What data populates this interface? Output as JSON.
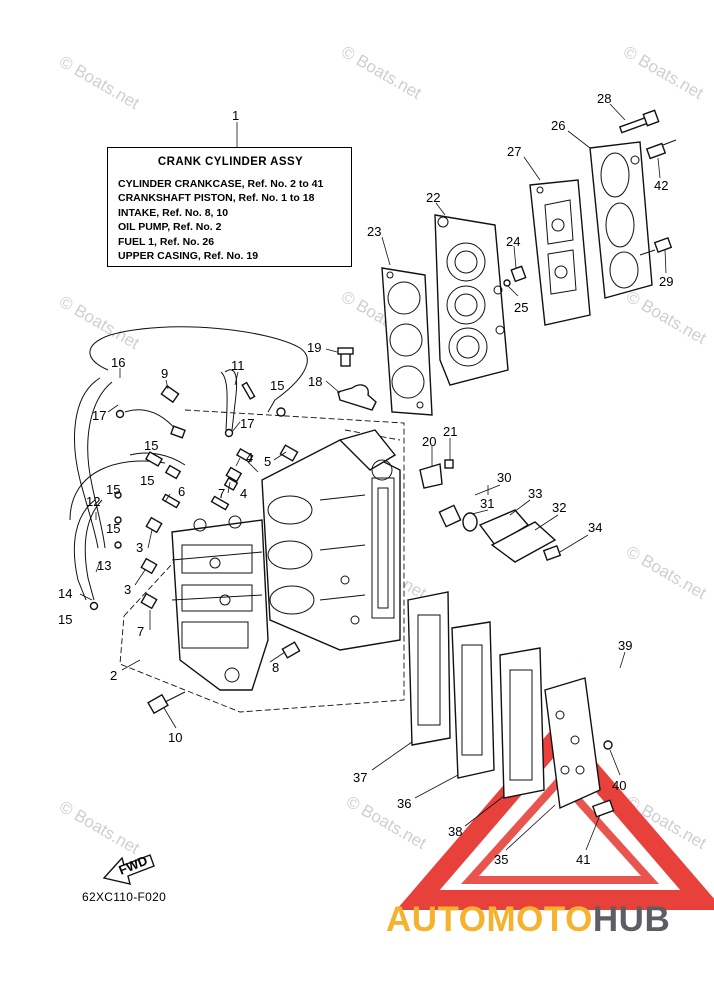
{
  "legend": {
    "title": "CRANK CYLINDER ASSY",
    "lines": [
      "CYLINDER CRANKCASE, Ref. No. 2 to 41",
      "CRANKSHAFT PISTON,   Ref. No. 1 to 18",
      "INTAKE,   Ref. No. 8, 10",
      "OIL PUMP, Ref. No. 2",
      "FUEL 1,     Ref. No. 26",
      "UPPER CASING, Ref. No. 19"
    ]
  },
  "diagram_code": "62XC110-F020",
  "fwd_label": "FWD",
  "watermark": "© Boats.net",
  "brand": {
    "part1": "AUTO",
    "part2": "MOTO",
    "part3": "HUB",
    "color_primary": "#f5b22c",
    "color_secondary": "#5d5e63",
    "logo_color": "#e8413b"
  },
  "refs": {
    "r1": "1",
    "r2": "2",
    "r3a": "3",
    "r3b": "3",
    "r4a": "4",
    "r4b": "4",
    "r5": "5",
    "r6": "6",
    "r7a": "7",
    "r7b": "7",
    "r8": "8",
    "r9": "9",
    "r10": "10",
    "r11": "11",
    "r12": "12",
    "r13": "13",
    "r14": "14",
    "r15a": "15",
    "r15b": "15",
    "r15c": "15",
    "r15d": "15",
    "r15e": "15",
    "r15f": "15",
    "r16": "16",
    "r17a": "17",
    "r17b": "17",
    "r18": "18",
    "r19": "19",
    "r20": "20",
    "r21": "21",
    "r22": "22",
    "r23": "23",
    "r24": "24",
    "r25": "25",
    "r26": "26",
    "r27": "27",
    "r28": "28",
    "r29": "29",
    "r30": "30",
    "r31": "31",
    "r32": "32",
    "r33": "33",
    "r34": "34",
    "r35": "35",
    "r36": "36",
    "r37": "37",
    "r38": "38",
    "r39": "39",
    "r40": "40",
    "r41": "41",
    "r42": "42"
  }
}
